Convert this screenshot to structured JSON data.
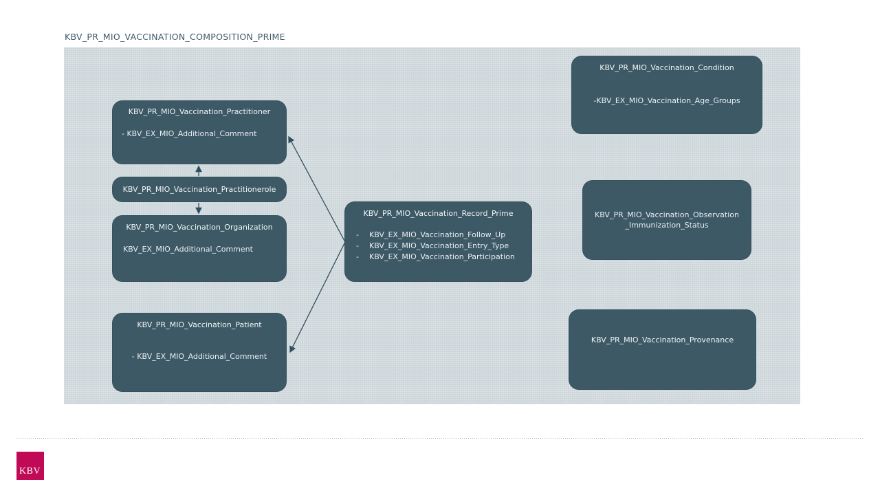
{
  "page": {
    "title": "KBV_PR_MIO_VACCINATION_COMPOSITION_PRIME"
  },
  "colors": {
    "node_fill": "#3d5966",
    "node_text": "#e9eef1",
    "canvas_background": "#ccd5d9",
    "arrow": "#2f4f5e",
    "title_text": "#3d5a6a",
    "separator": "#9db0c9",
    "logo_background": "#c10a56"
  },
  "nodes": {
    "practitioner": {
      "title": "KBV_PR_MIO_Vaccination_Practitioner",
      "item": "- KBV_EX_MIO_Additional_Comment"
    },
    "practitionerole": {
      "title": "KBV_PR_MIO_Vaccination_Practitionerole"
    },
    "organization": {
      "title": "KBV_PR_MIO_Vaccination_Organization",
      "item": "KBV_EX_MIO_Additional_Comment"
    },
    "patient": {
      "title": "KBV_PR_MIO_Vaccination_Patient",
      "item": "- KBV_EX_MIO_Additional_Comment"
    },
    "record_prime": {
      "title": "KBV_PR_MIO_Vaccination_Record_Prime",
      "bullet": "-",
      "items": [
        "KBV_EX_MIO_Vaccination_Follow_Up",
        "KBV_EX_MIO_Vaccination_Entry_Type",
        "KBV_EX_MIO_Vaccination_Participation"
      ]
    },
    "condition": {
      "title": "KBV_PR_MIO_Vaccination_Condition",
      "item": "-KBV_EX_MIO_Vaccination_Age_Groups"
    },
    "observation": {
      "lines": [
        "KBV_PR_MIO_Vaccination_Observation",
        "_Immunization_Status"
      ]
    },
    "provenance": {
      "title": "KBV_PR_MIO_Vaccination_Provenance"
    }
  },
  "logo": {
    "text": "KBV"
  }
}
